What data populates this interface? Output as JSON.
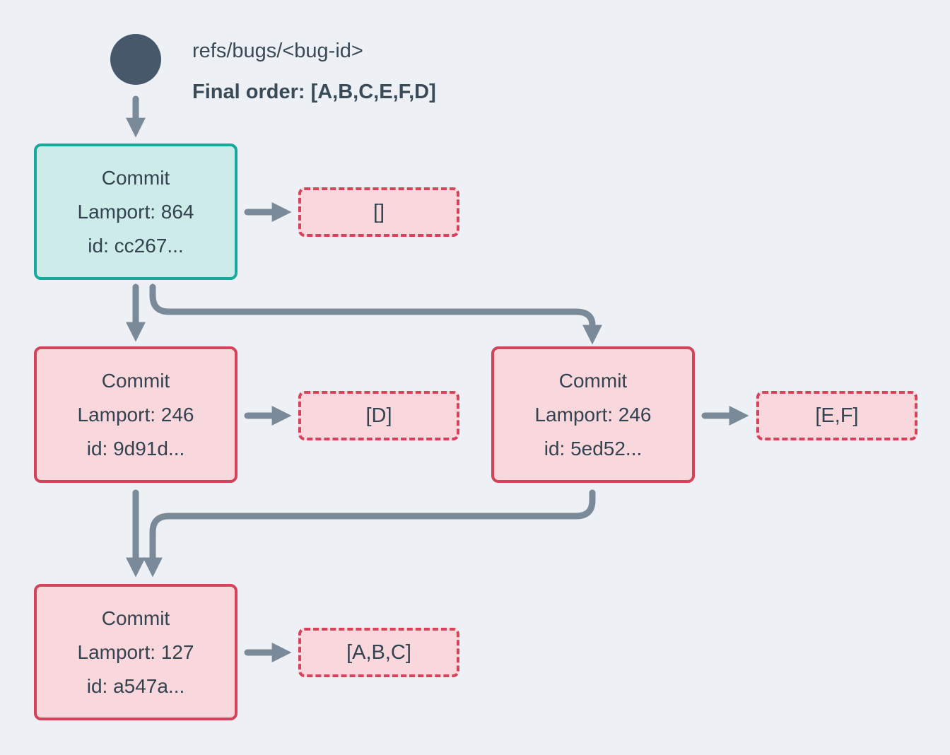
{
  "header": {
    "ref_label": "refs/bugs/<bug-id>",
    "final_order": "Final order: [A,B,C,E,F,D]"
  },
  "colors": {
    "background": "#edf1f5",
    "circle": "#47586b",
    "arrow": "#7b8a99",
    "text": "#33434f",
    "head_border": "#18a99a",
    "head_fill": "#cdebe8",
    "commit_border": "#d4435a",
    "commit_fill": "#f8d8dd"
  },
  "nodes": {
    "root": {
      "title": "Commit",
      "lamport": "Lamport: 864",
      "id_line": "id: cc267...",
      "ops": "[]"
    },
    "left": {
      "title": "Commit",
      "lamport": "Lamport: 246",
      "id_line": "id: 9d91d...",
      "ops": "[D]"
    },
    "right": {
      "title": "Commit",
      "lamport": "Lamport: 246",
      "id_line": "id: 5ed52...",
      "ops": "[E,F]"
    },
    "bottom": {
      "title": "Commit",
      "lamport": "Lamport: 127",
      "id_line": "id: a547a...",
      "ops": "[A,B,C]"
    }
  }
}
